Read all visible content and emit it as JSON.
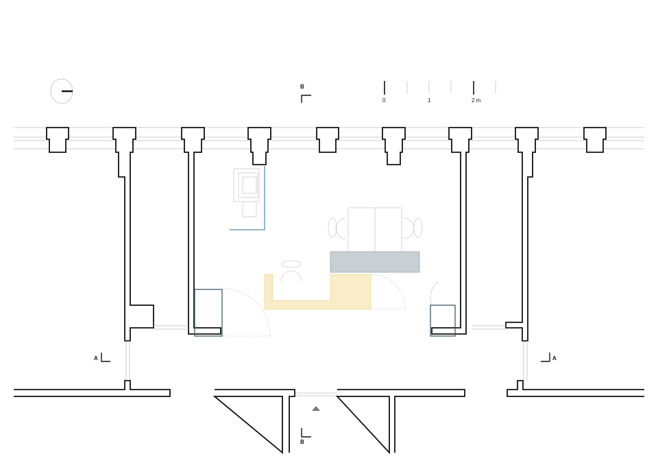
{
  "scale_bar": {
    "labels": [
      "0",
      "1",
      "2 m"
    ]
  },
  "section_markers": {
    "top": "B",
    "bottom": "B",
    "left": "A",
    "right": "A"
  },
  "colors": {
    "wall": "#111111",
    "accent_blue": "#6a9fb5",
    "counter_yellow": "#f5e6b8",
    "hatch": "#9aa6ad",
    "cabinet": "#3f5a66"
  }
}
